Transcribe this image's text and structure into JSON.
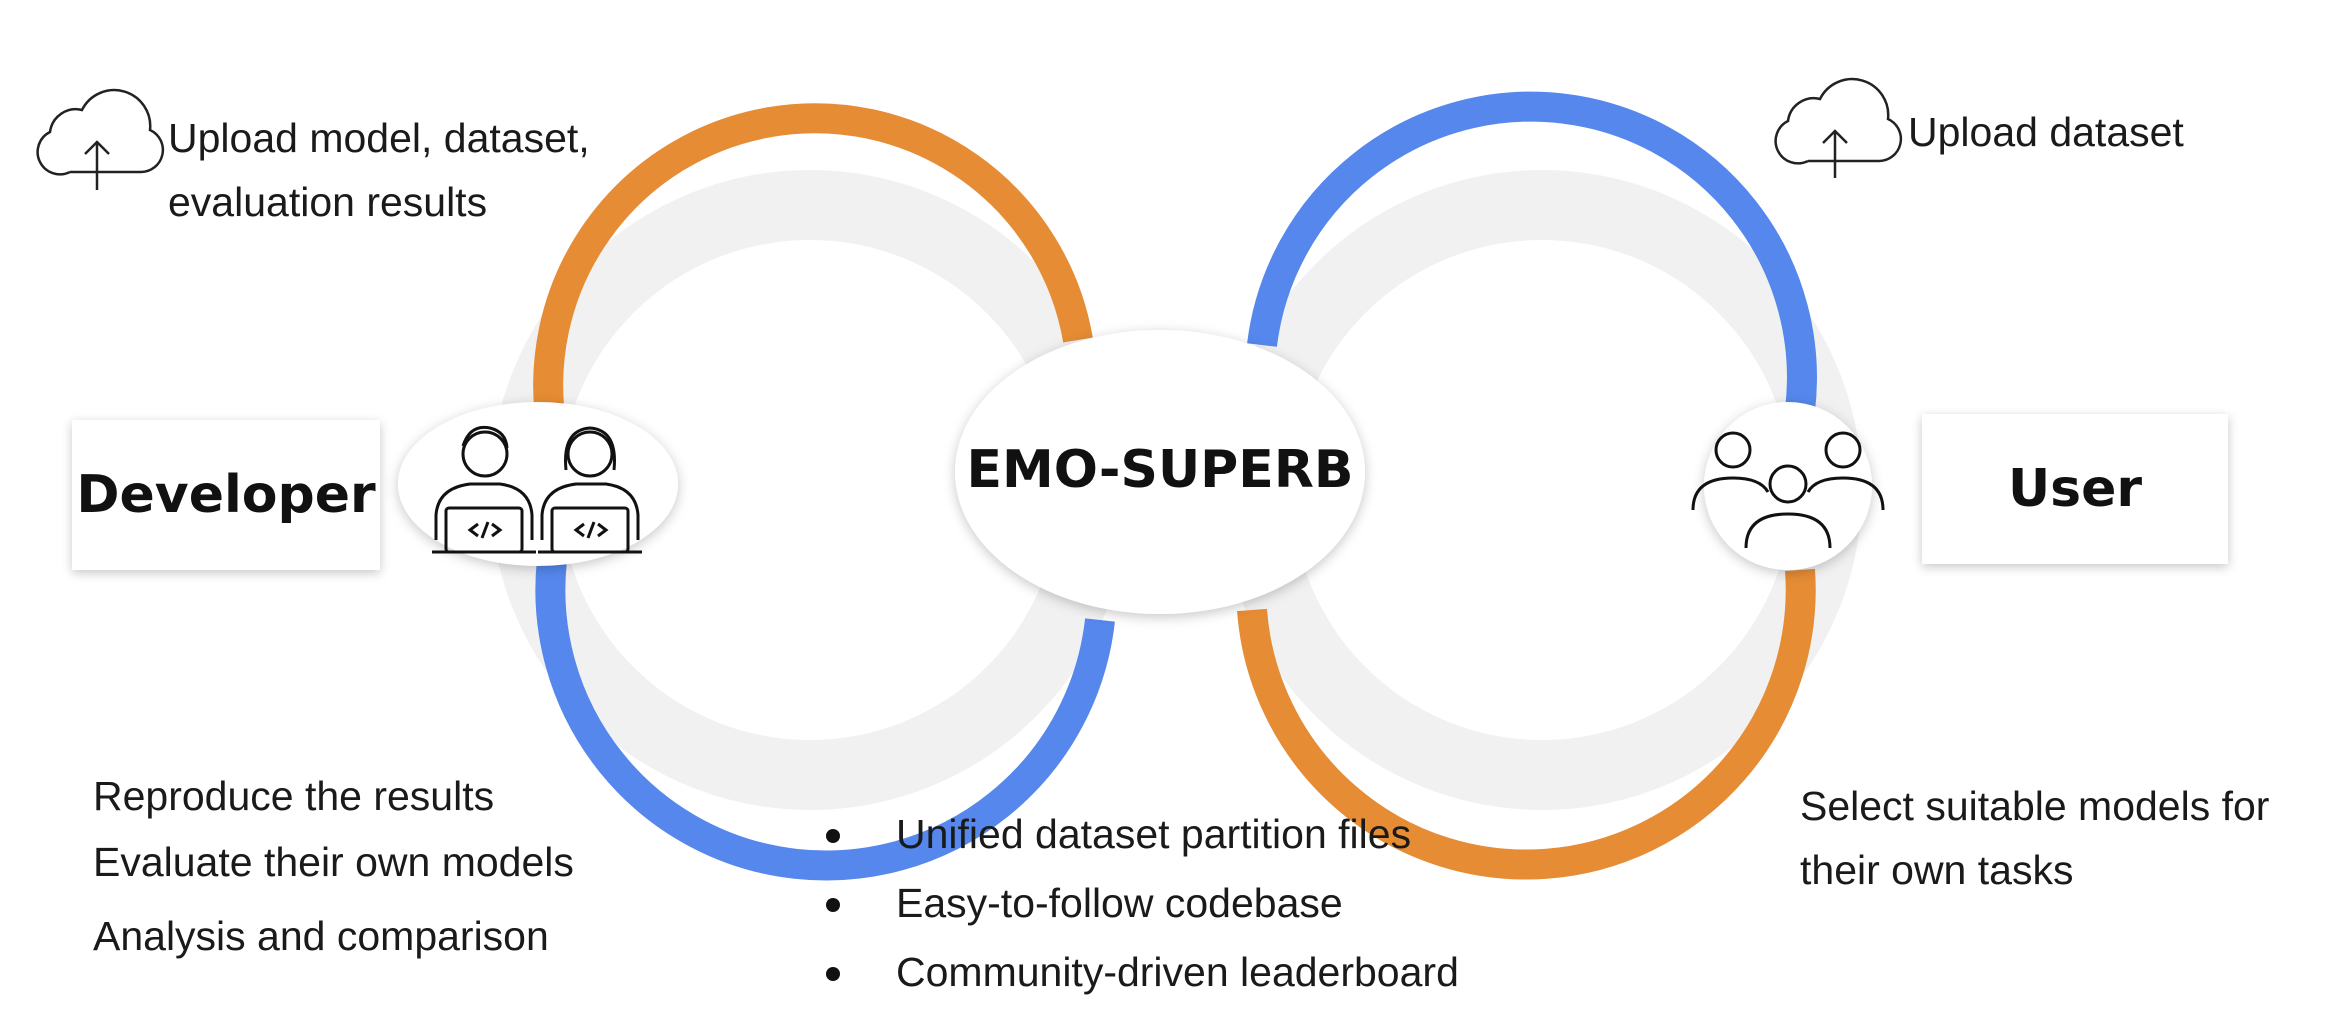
{
  "developer": {
    "label": "Developer",
    "upload_text": [
      "Upload model, dataset,",
      "evaluation results"
    ],
    "actions": [
      "Reproduce the results",
      "Evaluate their own models",
      "Analysis and comparison"
    ]
  },
  "user": {
    "label": "User",
    "upload_text": "Upload dataset",
    "actions": [
      "Select suitable models for",
      "their own tasks"
    ]
  },
  "center": {
    "label": "EMO-SUPERB",
    "features": [
      "Unified dataset partition files",
      "Easy-to-follow codebase",
      "Community-driven leaderboard"
    ]
  },
  "colors": {
    "orange": "#E58C34",
    "blue": "#5587EC",
    "halo": "#EDEDED"
  },
  "icons": [
    "cloud-upload-icon",
    "developers-icon",
    "users-group-icon"
  ]
}
